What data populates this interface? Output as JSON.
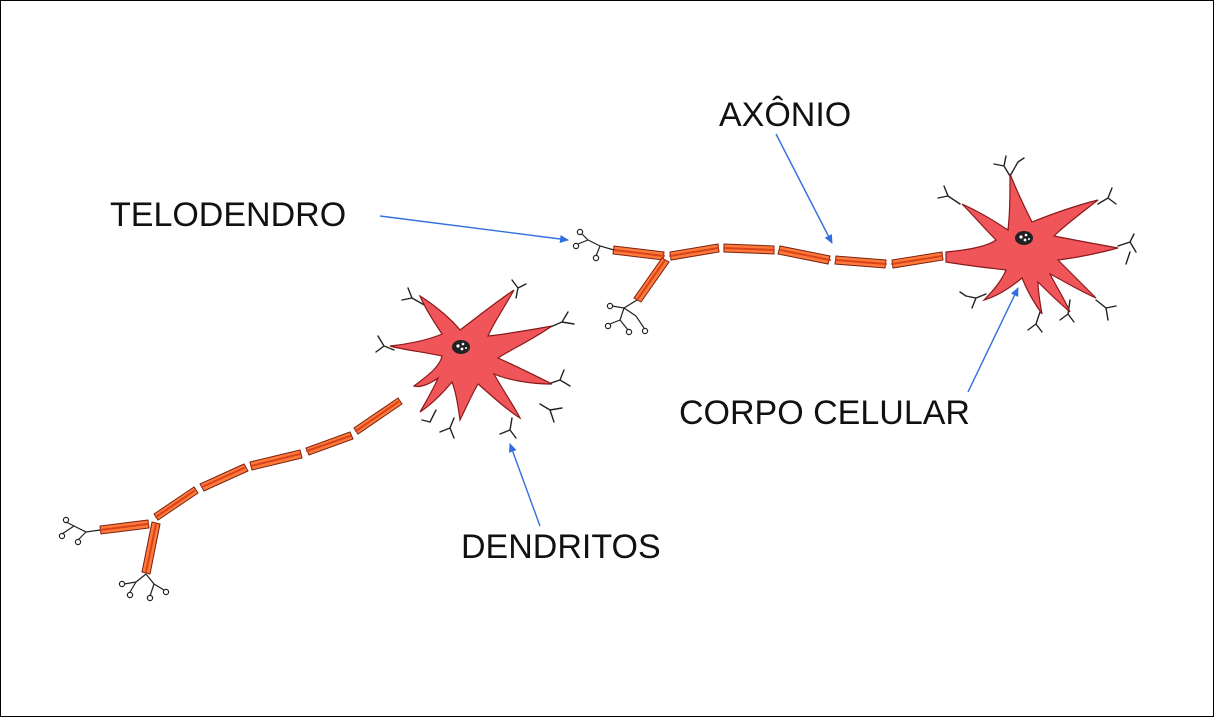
{
  "labels": {
    "axon": "AXÔNIO",
    "telodendron": "TELODENDRO",
    "cell_body": "CORPO CELULAR",
    "dendrites": "DENDRITOS"
  },
  "colors": {
    "cell_fill": "#f0555a",
    "cell_stroke": "#8a1a1a",
    "myelin_fill": "#ff7a3a",
    "myelin_core": "#d8431a",
    "nucleus": "#222222",
    "arrow": "#2f6fe0",
    "ink": "#222222"
  }
}
